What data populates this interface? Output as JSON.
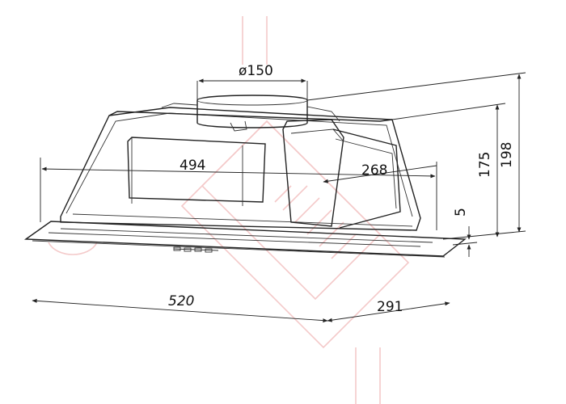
{
  "drawing": {
    "dimensions": {
      "duct_diameter": "ø150",
      "inner_width": "494",
      "duct_offset": "268",
      "overall_width": "520",
      "overall_depth": "291",
      "body_height": "175",
      "total_height": "198",
      "panel_thickness": "5"
    },
    "colors": {
      "lines": "#222222",
      "watermark": "#f3c4c4",
      "background": "#ffffff"
    }
  }
}
